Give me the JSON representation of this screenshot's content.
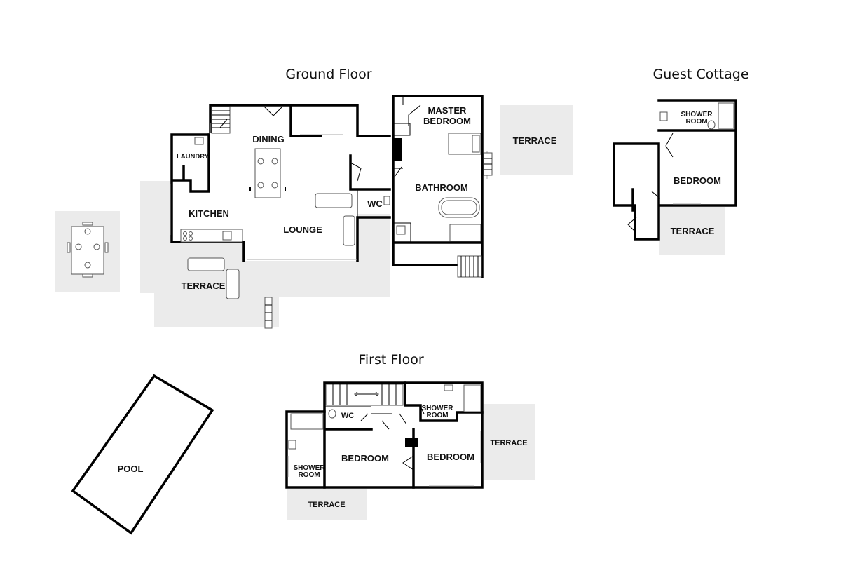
{
  "headings": {
    "ground_floor": "Ground Floor",
    "guest_cottage": "Guest Cottage",
    "first_floor": "First Floor"
  },
  "ground_rooms": {
    "master_bedroom_line1": "MASTER",
    "master_bedroom_line2": "BEDROOM",
    "dining": "DINING",
    "laundry": "LAUNDRY",
    "kitchen": "KITCHEN",
    "lounge": "LOUNGE",
    "wc": "WC",
    "bathroom": "BATHROOM",
    "terrace_east": "TERRACE",
    "terrace_south": "TERRACE"
  },
  "cottage_rooms": {
    "shower_line1": "SHOWER",
    "shower_line2": "ROOM",
    "bedroom": "BEDROOM",
    "terrace": "TERRACE"
  },
  "first_rooms": {
    "wc": "WC",
    "shower_line1": "SHOWER",
    "shower_line2": "ROOM",
    "bedroom_left": "BEDROOM",
    "bedroom_right": "BEDROOM",
    "shower_left_line1": "SHOWER",
    "shower_left_line2": "ROOM",
    "terrace_east": "TERRACE",
    "terrace_south": "TERRACE"
  },
  "pool": "POOL",
  "colors": {
    "wall": "#000000",
    "terrace_fill": "#ebebeb",
    "background": "#ffffff"
  }
}
